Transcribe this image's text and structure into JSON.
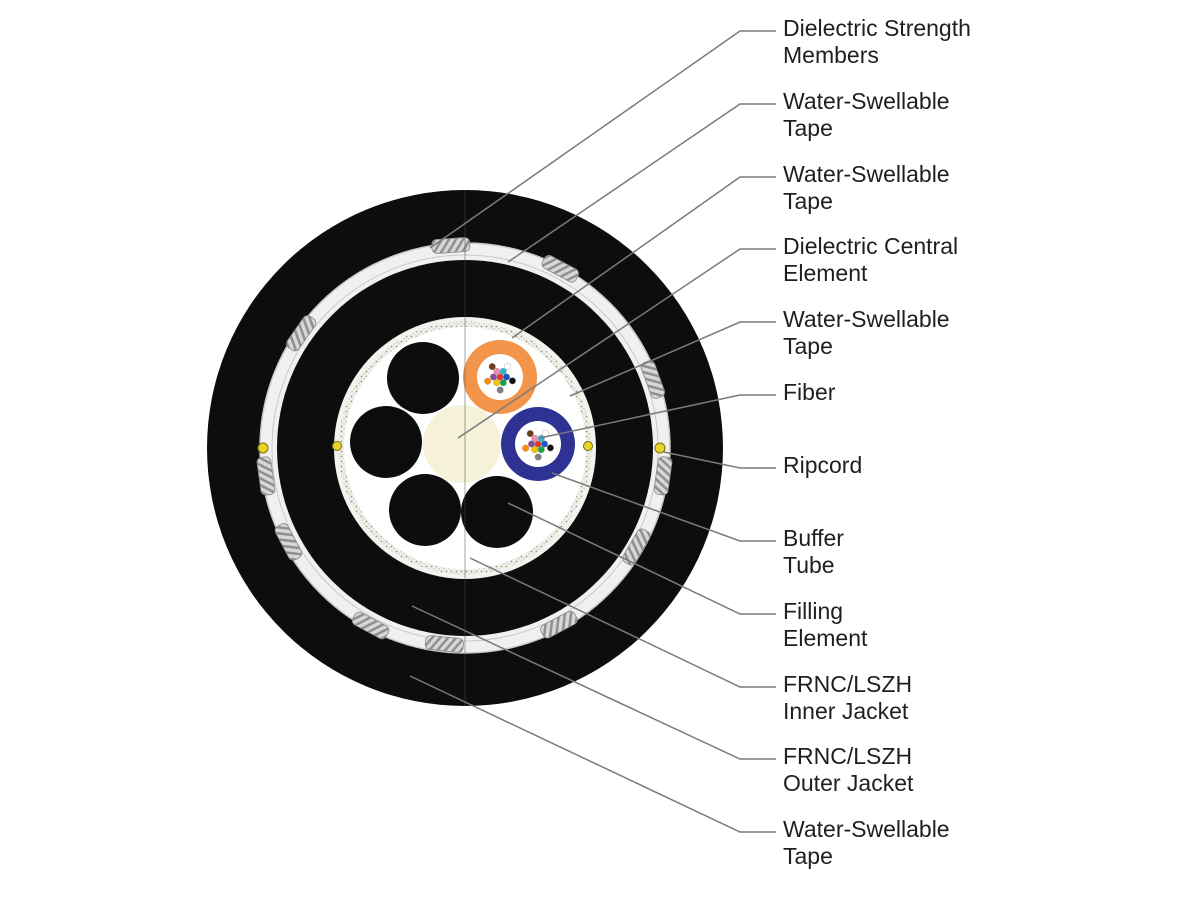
{
  "labels": [
    {
      "id": "dielectric-strength-members",
      "lines": [
        "Dielectric Strength",
        "Members"
      ]
    },
    {
      "id": "water-swellable-tape-1",
      "lines": [
        "Water-Swellable",
        "Tape"
      ]
    },
    {
      "id": "water-swellable-tape-2",
      "lines": [
        "Water-Swellable",
        "Tape"
      ]
    },
    {
      "id": "dielectric-central-element",
      "lines": [
        "Dielectric Central",
        "Element"
      ]
    },
    {
      "id": "water-swellable-tape-3",
      "lines": [
        "Water-Swellable",
        "Tape"
      ]
    },
    {
      "id": "fiber",
      "lines": [
        "Fiber"
      ]
    },
    {
      "id": "ripcord",
      "lines": [
        "Ripcord"
      ]
    },
    {
      "id": "buffer-tube",
      "lines": [
        "Buffer",
        "Tube"
      ]
    },
    {
      "id": "filling-element",
      "lines": [
        "Filling",
        "Element"
      ]
    },
    {
      "id": "frnc-lszh-inner-jacket",
      "lines": [
        "FRNC/LSZH",
        "Inner Jacket"
      ]
    },
    {
      "id": "frnc-lszh-outer-jacket",
      "lines": [
        "FRNC/LSZH",
        "Outer Jacket"
      ]
    },
    {
      "id": "water-swellable-tape-4",
      "lines": [
        "Water-Swellable",
        "Tape"
      ]
    }
  ],
  "colors": {
    "jacket": "#0d0d0d",
    "tape": "#eeeeec",
    "central_element": "#f6f1d9",
    "buffer_tube_orange": "#f2954a",
    "buffer_tube_blue": "#2e3292",
    "ripcord": "#e8d327",
    "leader_line": "#7a7a7a"
  },
  "fiber_colors": [
    "#e23b2e",
    "#1a56c4",
    "#17a34a",
    "#f5c400",
    "#8a4a9c",
    "#f08ab0",
    "#2bb7c9",
    "#111111",
    "#808080",
    "#ff8a00",
    "#6b3b1a",
    "#ffffff"
  ]
}
